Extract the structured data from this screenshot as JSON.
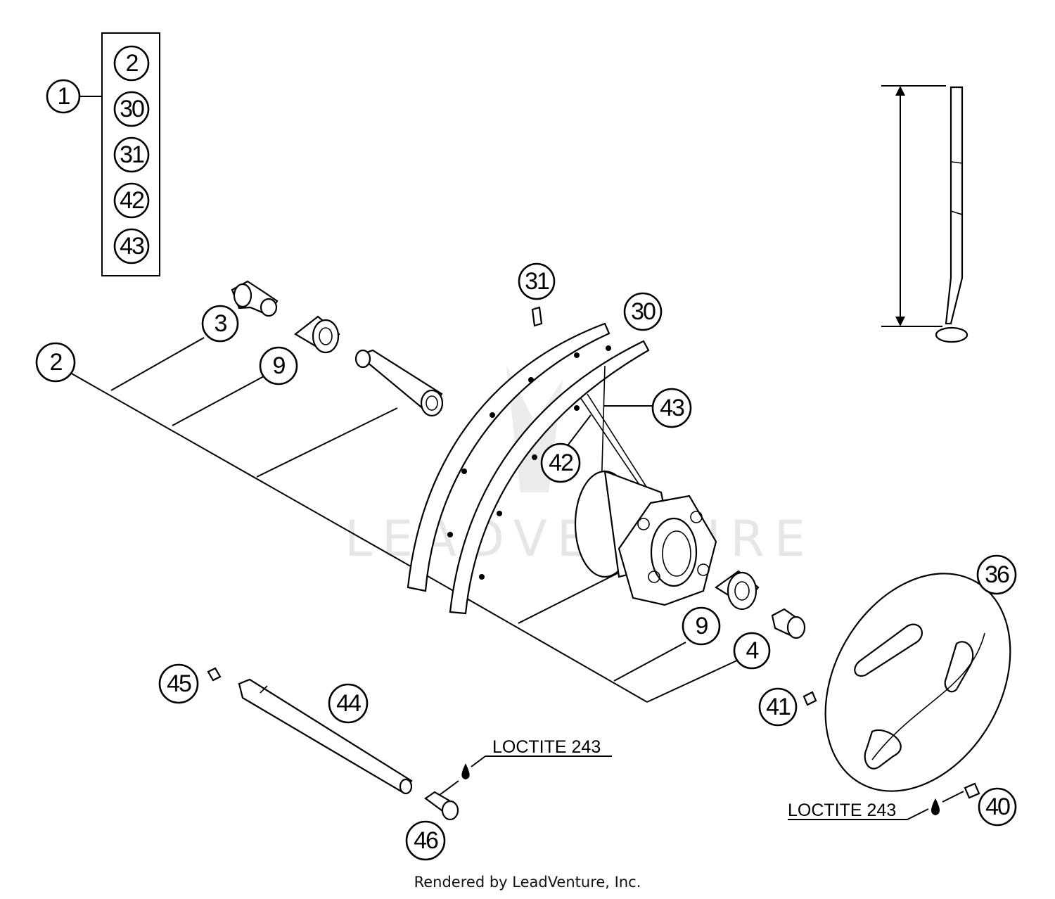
{
  "kit_box": {
    "label": "1",
    "items": [
      "2",
      "30",
      "31",
      "42",
      "43"
    ]
  },
  "callouts": {
    "c2": "2",
    "c3": "3",
    "c9a": "9",
    "c31": "31",
    "c30": "30",
    "c43": "43",
    "c42": "42",
    "c9b": "9",
    "c4": "4",
    "c36": "36",
    "c41": "41",
    "c40": "40",
    "c45": "45",
    "c44": "44",
    "c46": "46"
  },
  "notes": {
    "loctite_a": "LOCTITE 243",
    "loctite_b": "LOCTITE 243"
  },
  "watermark": "LEADVENTURE",
  "footer": "Rendered by LeadVenture, Inc."
}
